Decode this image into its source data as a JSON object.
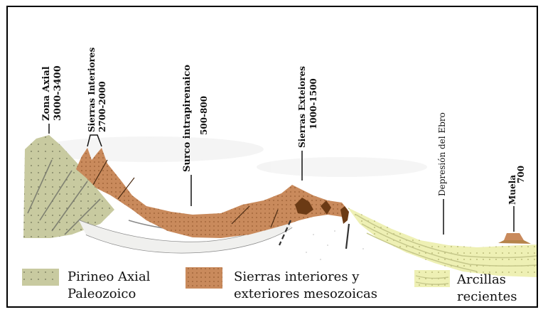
{
  "labels": {
    "zona_axial_name": "Zona Axial",
    "zona_axial_alt": "3000-3400",
    "sierras_int_name": "Sierras Interiores",
    "sierras_int_alt": "2700-2000",
    "surco_name": "Surco intrapirenaico",
    "surco_alt": "500-800",
    "sierras_ext_name": "Sierras Exteiores",
    "sierras_ext_alt": "1000-1500",
    "depresion_name": "Depresión del Ebro",
    "muela_name": "Muela",
    "muela_alt": "700"
  },
  "legend": {
    "pirineo_line1": "Pirineo Axial",
    "pirineo_line2": "Paleozoico",
    "sierras_line1": "Sierras interiores y",
    "sierras_line2": "exteriores mesozoicas",
    "arcillas_line1": "Arcillas",
    "arcillas_line2": "recientes"
  },
  "colors": {
    "paleozoic": "#c8caa0",
    "mesozoic": "#c98a5c",
    "clays": "#eef0b4",
    "dark_rock": "#6b3a14"
  }
}
